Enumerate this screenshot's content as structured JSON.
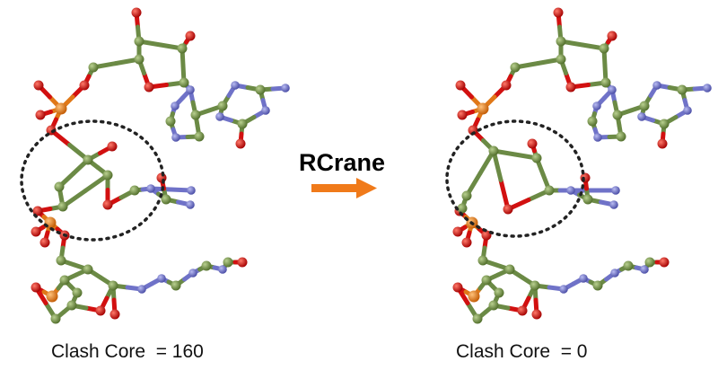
{
  "arrow_label": "RCrane",
  "left_caption": "Clash Core  = 160",
  "right_caption": "Clash Core  = 0",
  "colors": {
    "carbon": "#6b8a45",
    "oxygen": "#d21010",
    "nitrogen": "#6f72c8",
    "phosphorus": "#e07818",
    "arrow": "#f07a1a",
    "circle": "#222222"
  }
}
